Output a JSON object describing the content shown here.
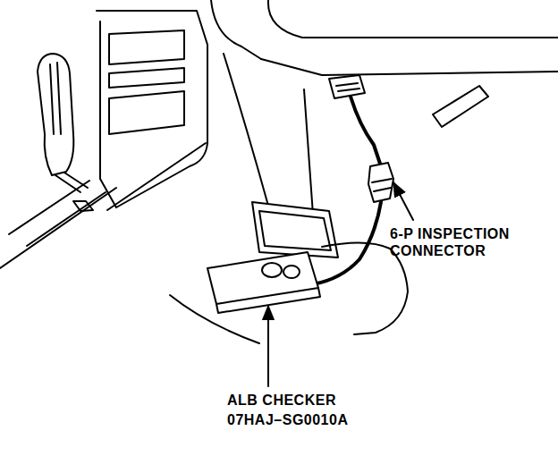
{
  "diagram": {
    "labels": [
      "6-P INSPECTION CONNECTOR",
      "ALB CHECKER",
      "07HAJ–SG0010A"
    ]
  }
}
